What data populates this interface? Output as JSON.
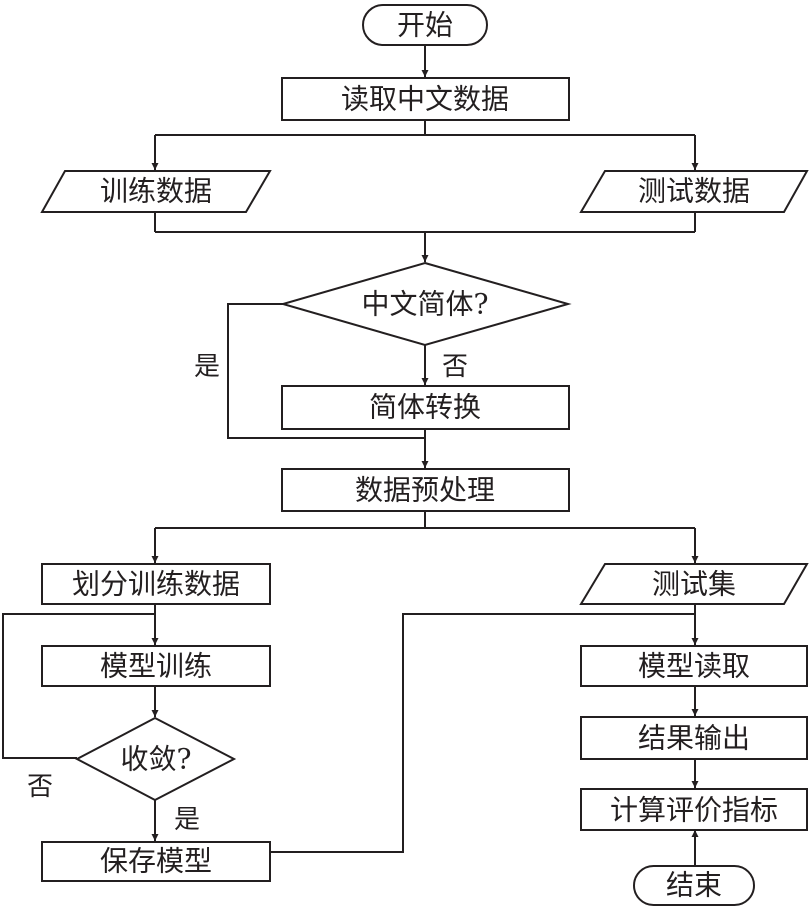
{
  "diagram": {
    "nodes": {
      "start": "开始",
      "read_data": "读取中文数据",
      "train_data": "训练数据",
      "test_data": "测试数据",
      "is_simplified": "中文简体?",
      "simplify": "简体转换",
      "preprocess": "数据预处理",
      "split_train": "划分训练数据",
      "model_train": "模型训练",
      "converge": "收敛?",
      "save_model": "保存模型",
      "test_set": "测试集",
      "model_read": "模型读取",
      "output": "结果输出",
      "metrics": "计算评价指标",
      "end": "结束"
    },
    "edge_labels": {
      "simplified_yes": "是",
      "simplified_no": "否",
      "converge_no": "否",
      "converge_yes": "是"
    }
  }
}
